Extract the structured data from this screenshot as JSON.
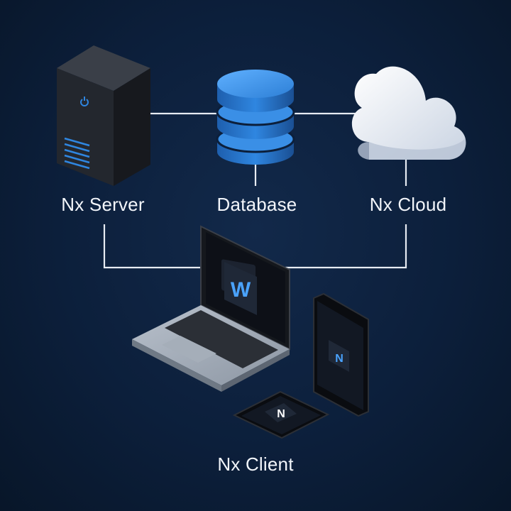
{
  "diagram": {
    "nodes": {
      "server": {
        "label": "Nx Server",
        "icon": "server-tower-icon"
      },
      "database": {
        "label": "Database",
        "icon": "database-cylinder-icon"
      },
      "cloud": {
        "label": "Nx Cloud",
        "icon": "cloud-icon"
      },
      "client": {
        "label": "Nx Client",
        "icon": "client-devices-icon"
      }
    },
    "device_badges": {
      "laptop": "W",
      "tablet": "N",
      "phone": "N"
    },
    "connections": [
      {
        "from": "server",
        "to": "database"
      },
      {
        "from": "database",
        "to": "cloud"
      },
      {
        "from": "server",
        "to": "client"
      },
      {
        "from": "cloud",
        "to": "client"
      }
    ],
    "colors": {
      "background": "#0c1f3b",
      "line": "#e6ebf2",
      "accent": "#2f86e0",
      "server_body": "#1c1f25",
      "cloud": "#e9eef5"
    }
  }
}
